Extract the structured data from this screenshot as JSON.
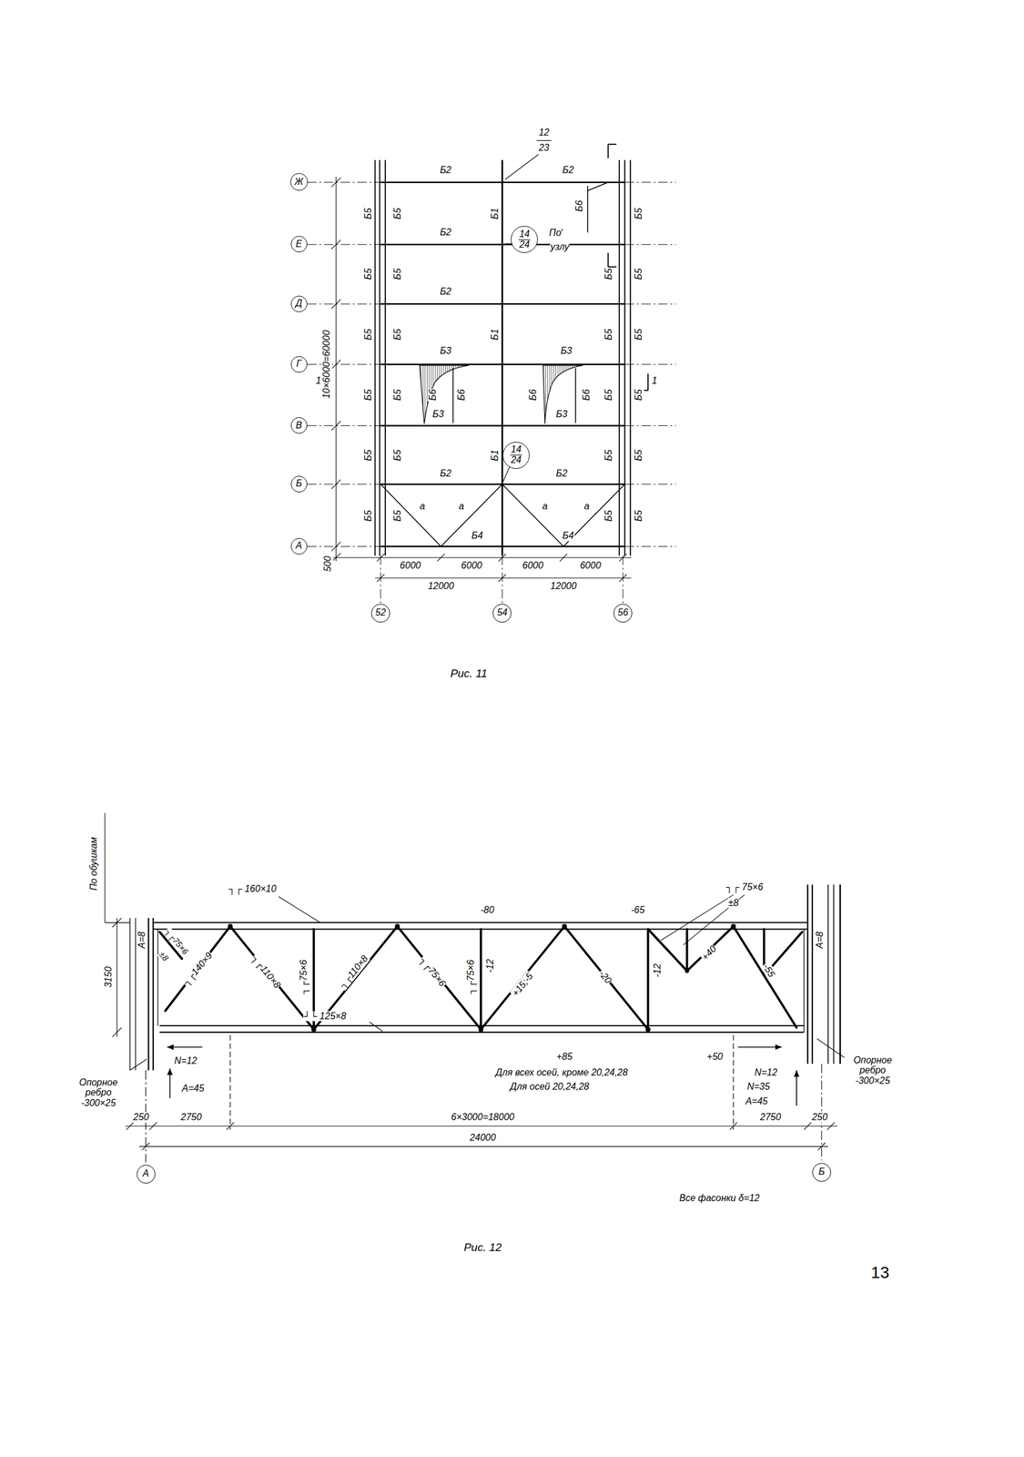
{
  "diagram": {
    "nodes": [
      {
        "text": [
          "Ж"
        ]
      },
      {
        "text": [
          "Е"
        ]
      },
      {
        "text": [
          "14",
          "24"
        ]
      },
      {
        "text": [
          "Д"
        ]
      },
      {
        "text": [
          "Г"
        ]
      },
      {
        "text": [
          "В"
        ]
      },
      {
        "text": [
          "Б"
        ]
      },
      {
        "text": [
          "14",
          "24"
        ]
      },
      {
        "text": [
          "А"
        ]
      },
      {
        "text": [
          "52"
        ]
      },
      {
        "text": [
          "54"
        ]
      },
      {
        "text": [
          "56"
        ]
      },
      {
        "text": [
          "А"
        ]
      },
      {
        "text": [
          "Б"
        ]
      }
    ],
    "labels": [
      "Б2",
      "Б2",
      "12",
      "23",
      "Б5",
      "Б5",
      "Б1",
      "Б6",
      "Б5",
      "Б2",
      "Б2",
      "По",
      "узлу",
      "Б5",
      "Б5",
      "Б5",
      "Б5",
      "Б2",
      "10×6000=60000",
      "Б5",
      "Б5",
      "Б1",
      "Б5",
      "Б5",
      "Б3",
      "Б3",
      "1",
      "Б5",
      "Б5",
      "Б6",
      "Б6",
      "Б6",
      "Б6",
      "Б5",
      "Б5",
      "1",
      "Б3",
      "Б3",
      "Б5",
      "Б5",
      "Б1",
      "Б5",
      "Б5",
      "Б2",
      "Б2",
      "Б5",
      "Б5",
      "а",
      "а",
      "а",
      "а",
      "Б5",
      "Б5",
      "Б4",
      "Б4",
      "500",
      "6000",
      "6000",
      "6000",
      "6000",
      "12000",
      "12000",
      "Рис. 11",
      "По обушкам",
      "┐┌ 160×10",
      "-80",
      "-65",
      "┐┌ 75×6",
      "±8",
      "А=8",
      "┐┌75×6",
      "±8",
      "┐┌140×9",
      "3150",
      "┐┌110×8",
      "┐┌75×6",
      "┐┌110×8",
      "┐┌75×6",
      "┐┌75×6",
      "-12",
      "+15;-5",
      "-20",
      "-12",
      "+40",
      "-55",
      "А=8",
      "┘└ 125×8",
      "N=12",
      "+85",
      "+50",
      "Для всех осей, кроме 20,24,28",
      "N=12",
      "Для осей 20,24,28",
      "N=35",
      "Опорное ребро -300×25",
      "А=45",
      "А=45",
      "Опорное ребро -300×25",
      "250",
      "2750",
      "6×3000=18000",
      "2750",
      "250",
      "24000",
      "Все фасонки δ=12",
      "Рис. 12",
      "13"
    ]
  }
}
